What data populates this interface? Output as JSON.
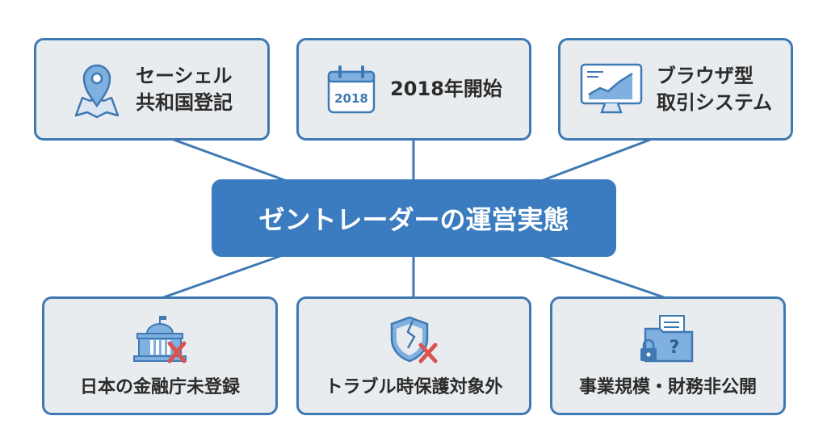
{
  "title": "ゼントレーダーの運営実態",
  "colors": {
    "accent": "#3b7bbf",
    "border": "#3f79b3",
    "box_bg": "#e9ecef",
    "cross": "#d9534f"
  },
  "top_nodes": [
    {
      "icon": "map-pin-icon",
      "line1": "セーシェル",
      "line2": "共和国登記"
    },
    {
      "icon": "calendar-icon",
      "icon_text": "2018",
      "line1": "2018年開始"
    },
    {
      "icon": "monitor-chart-icon",
      "line1": "ブラウザ型",
      "line2": "取引システム"
    }
  ],
  "bottom_nodes": [
    {
      "icon": "government-building-crossed-icon",
      "label": "日本の金融庁未登録"
    },
    {
      "icon": "broken-shield-crossed-icon",
      "label": "トラブル時保護対象外"
    },
    {
      "icon": "locked-folder-question-icon",
      "label": "事業規模・財務非公開"
    }
  ]
}
